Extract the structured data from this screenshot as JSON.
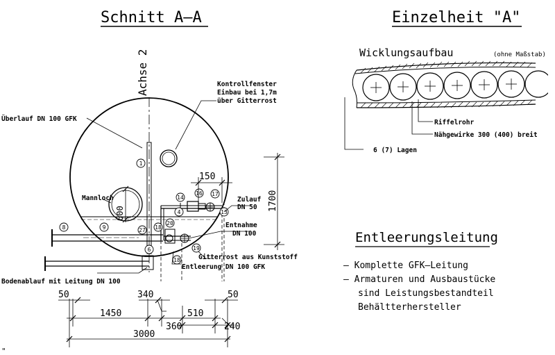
{
  "titles": {
    "section": "Schnitt A–A",
    "detail": "Einzelheit \"A\"",
    "drainage": "Entleerungsleitung"
  },
  "detail": {
    "title_main": "Wicklungsaufbau",
    "title_note": "(ohne Maßstab)",
    "label_riffelrohr": "Riffelrohr",
    "label_naehgewirke": "Nähgewirke 300 (400) breit",
    "label_lagen": "6 (7) Lagen"
  },
  "section": {
    "axis_label": "Achse 2",
    "kontrollfenster": [
      "Kontrollfenster",
      "Einbau bei 1,7m",
      "über Gitterrost"
    ],
    "ueberlauf": "Überlauf DN 100 GFK",
    "mannloch": "Mannloch",
    "dim_600": "600",
    "zulauf": [
      "Zulauf",
      "DN 50"
    ],
    "entnahme": [
      "Entnahme",
      "DN 100"
    ],
    "gitterrost": "Gitterrost aus Kunststoff",
    "entleerung": "Entleerung DN 100 GFK",
    "bodenablauf": "Bodenablauf mit Leitung DN 100",
    "dim_150": "150",
    "dim_1700": "1700",
    "callouts": [
      "1",
      "14",
      "16",
      "17",
      "4",
      "13",
      "18",
      "20",
      "27",
      "8",
      "9",
      "19",
      "6",
      "18"
    ]
  },
  "dimensions": {
    "top": [
      "50",
      "340",
      "50"
    ],
    "middle": [
      "1450",
      "510"
    ],
    "lower": [
      "360",
      "240"
    ],
    "total": "3000"
  },
  "notes": [
    "–  Komplette GFK–Leitung",
    "–  Armaturen und Ausbaustücke",
    "sind Leistungsbestandteil",
    "Behältterhersteller"
  ],
  "corner_mark": "\""
}
